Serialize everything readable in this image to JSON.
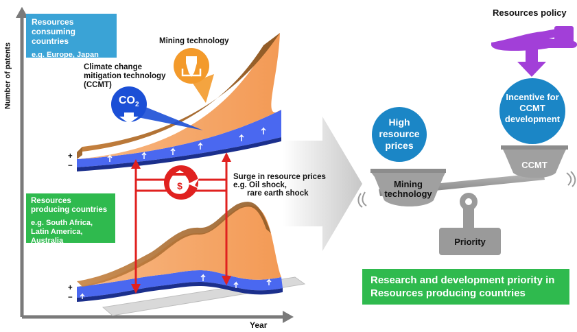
{
  "axes": {
    "y_label": "Number of patents",
    "x_label": "Year"
  },
  "consuming": {
    "title": "Resources consuming countries",
    "example": "e.g.  Europe, Japan"
  },
  "producing": {
    "title": "Resources producing countries",
    "example": "e.g.  South Africa, Latin America, Australia"
  },
  "labels": {
    "mining_technology": "Mining technology",
    "ccmt": "Climate change mitigation technology (CCMT)",
    "co2": "CO",
    "co2_sub": "2",
    "surge_title": "Surge in resource prices",
    "surge_line2": "e.g. Oil shock,",
    "surge_line3": "rare earth shock",
    "plus": "+",
    "minus": "−"
  },
  "balance": {
    "policy": "Resources policy",
    "high_prices": "High resource prices",
    "incentive": "Incentive for CCMT development",
    "left_pan": "Mining technology",
    "right_pan": "CCMT",
    "base": "Priority"
  },
  "banner": "Research and development priority in Resources producing countries",
  "colors": {
    "orange": "#f5a766",
    "blue_band": "#4a68f0",
    "red": "#e0211f",
    "green": "#2fba4e",
    "teal_circle": "#1b86c6",
    "purple": "#a23fd8",
    "gray": "#8a8a8a"
  },
  "icons": [
    "mining-drill-icon",
    "co2-down-icon",
    "money-bag-icon",
    "hand-icon",
    "down-arrow-icon"
  ]
}
